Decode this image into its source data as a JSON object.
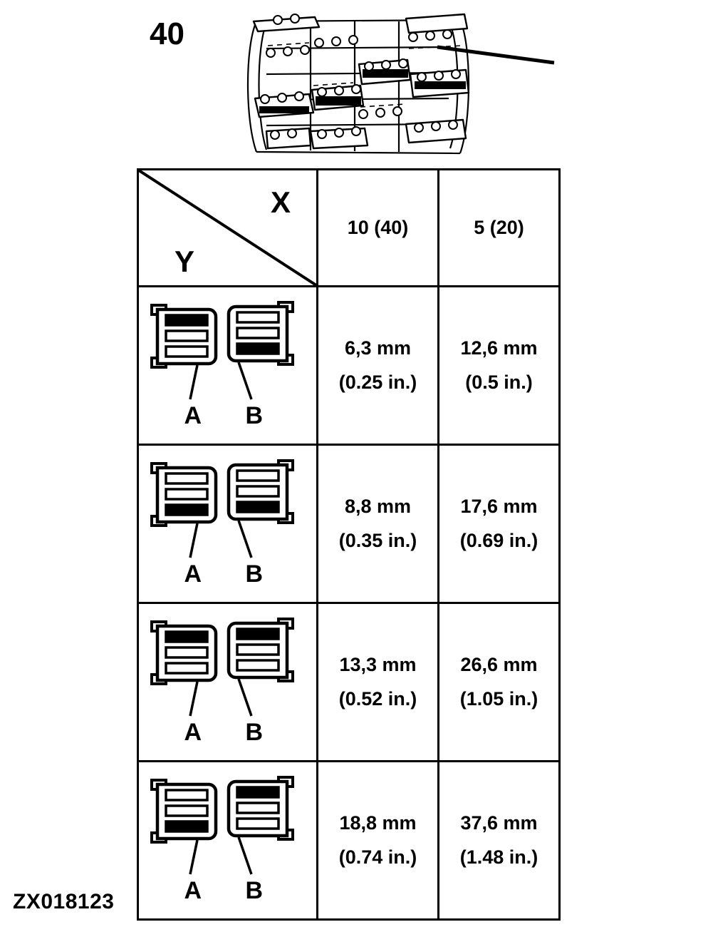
{
  "figure": {
    "id_label": "ZX018123",
    "callout": {
      "number": "40",
      "icon": "leader-line-callout"
    },
    "illustration_name": "rotor-drum-assembly-line-drawing"
  },
  "table": {
    "header": {
      "axis_x_label": "X",
      "axis_y_label": "Y",
      "columns": [
        "10 (40)",
        "5 (20)"
      ]
    },
    "icon_labels": {
      "a": "A",
      "b": "B"
    },
    "rows": [
      {
        "icon_a": {
          "name": "connector-icon-a",
          "bars": [
            "filled",
            "empty",
            "empty"
          ]
        },
        "icon_b": {
          "name": "connector-icon-b",
          "bars": [
            "empty",
            "empty",
            "filled"
          ]
        },
        "values": [
          {
            "metric": "6,3 mm",
            "imperial": "(0.25 in.)"
          },
          {
            "metric": "12,6 mm",
            "imperial": "(0.5 in.)"
          }
        ]
      },
      {
        "icon_a": {
          "name": "connector-icon-a",
          "bars": [
            "empty",
            "empty",
            "filled"
          ]
        },
        "icon_b": {
          "name": "connector-icon-b",
          "bars": [
            "empty",
            "empty",
            "filled"
          ]
        },
        "values": [
          {
            "metric": "8,8 mm",
            "imperial": "(0.35 in.)"
          },
          {
            "metric": "17,6 mm",
            "imperial": "(0.69 in.)"
          }
        ]
      },
      {
        "icon_a": {
          "name": "connector-icon-a",
          "bars": [
            "filled",
            "empty",
            "empty"
          ]
        },
        "icon_b": {
          "name": "connector-icon-b",
          "bars": [
            "filled",
            "empty",
            "empty"
          ]
        },
        "values": [
          {
            "metric": "13,3 mm",
            "imperial": "(0.52 in.)"
          },
          {
            "metric": "26,6 mm",
            "imperial": "(1.05 in.)"
          }
        ]
      },
      {
        "icon_a": {
          "name": "connector-icon-a",
          "bars": [
            "empty",
            "empty",
            "filled"
          ]
        },
        "icon_b": {
          "name": "connector-icon-b",
          "bars": [
            "filled",
            "empty",
            "empty"
          ]
        },
        "values": [
          {
            "metric": "18,8 mm",
            "imperial": "(0.74 in.)"
          },
          {
            "metric": "37,6 mm",
            "imperial": "(1.48 in.)"
          }
        ]
      }
    ]
  },
  "colors": {
    "ink": "#000000",
    "paper": "#ffffff"
  }
}
